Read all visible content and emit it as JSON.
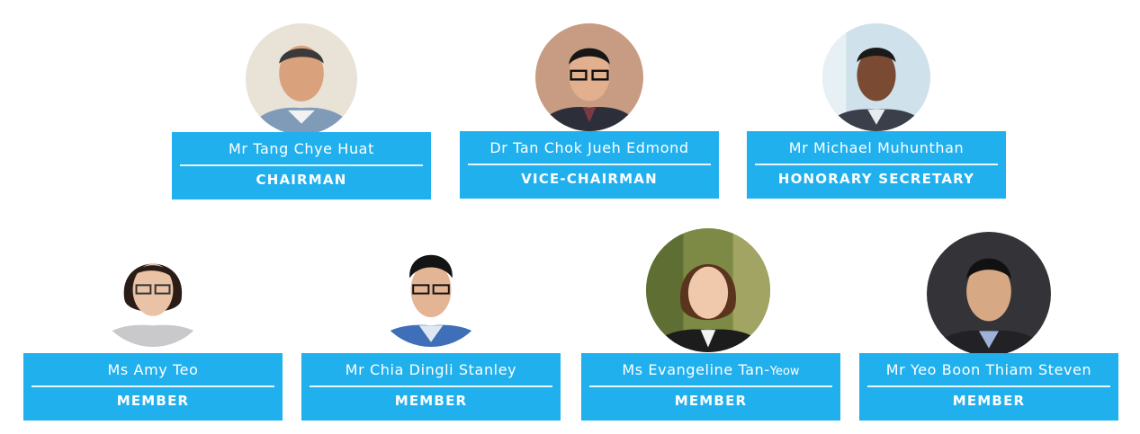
{
  "committee": {
    "top_row": [
      {
        "name": "Mr Tang Chye Huat",
        "role": "CHAIRMAN"
      },
      {
        "name": "Dr Tan Chok Jueh Edmond",
        "role": "VICE-CHAIRMAN"
      },
      {
        "name": "Mr Michael Muhunthan",
        "role": "HONORARY SECRETARY"
      }
    ],
    "bottom_row": [
      {
        "name": "Ms Amy Teo",
        "role": "MEMBER"
      },
      {
        "name": "Mr Chia Dingli Stanley",
        "role": "MEMBER"
      },
      {
        "name": "Ms Evangeline Tan-",
        "name_suffix": "Yeow",
        "role": "MEMBER"
      },
      {
        "name": "Mr Yeo Boon Thiam Steven",
        "role": "MEMBER"
      }
    ]
  },
  "colors": {
    "plate": "#20b0ee",
    "text": "#ffffff",
    "rule": "#e9f7fd"
  }
}
